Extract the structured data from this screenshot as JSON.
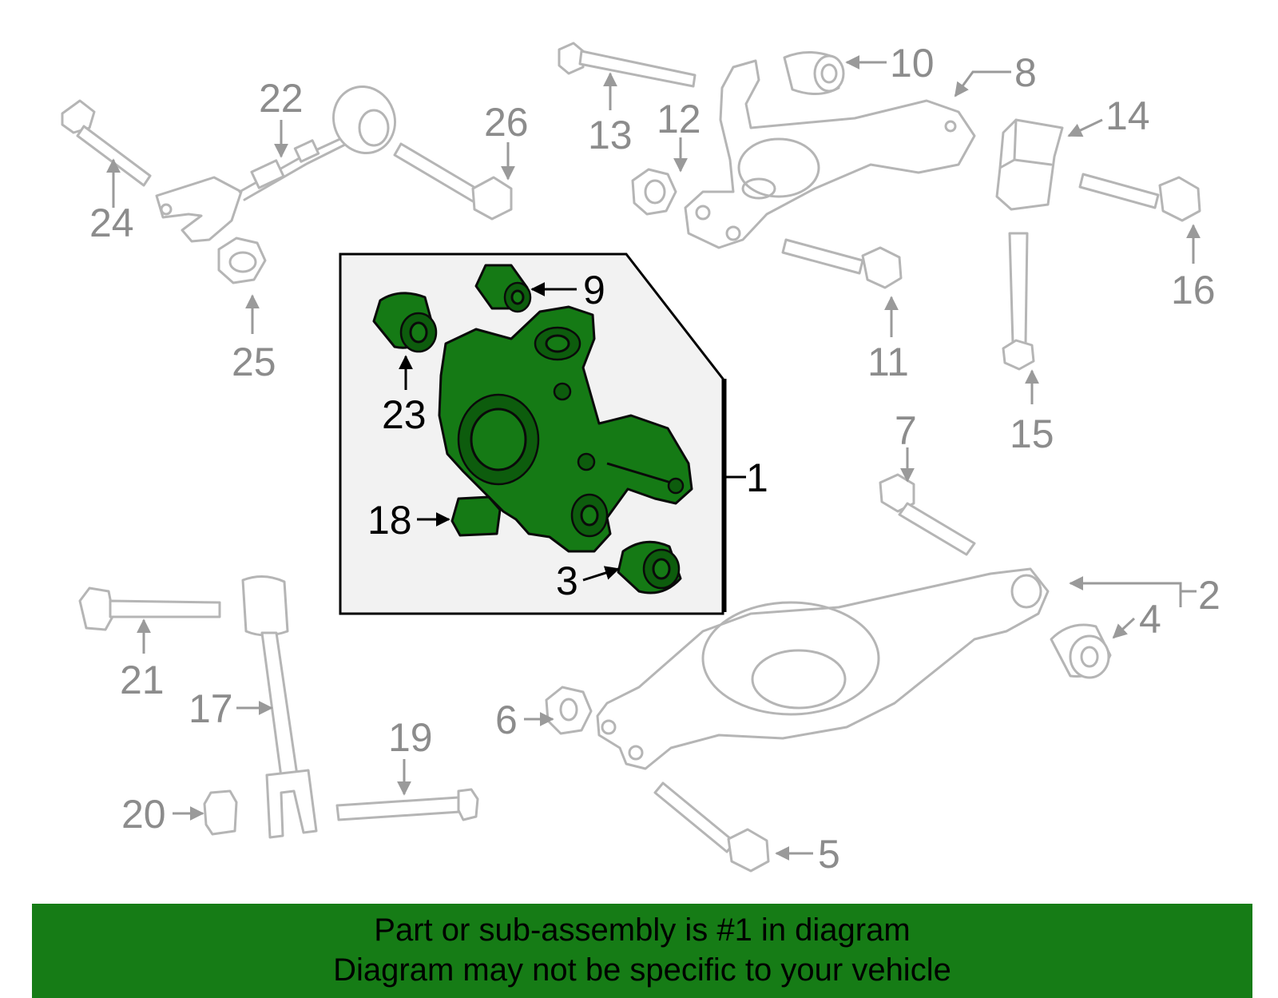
{
  "callouts": {
    "c1": "1",
    "c2": "2",
    "c3": "3",
    "c4": "4",
    "c5": "5",
    "c6": "6",
    "c7": "7",
    "c8": "8",
    "c9": "9",
    "c10": "10",
    "c11": "11",
    "c12": "12",
    "c13": "13",
    "c14": "14",
    "c15": "15",
    "c16": "16",
    "c17": "17",
    "c18": "18",
    "c19": "19",
    "c20": "20",
    "c21": "21",
    "c22": "22",
    "c23": "23",
    "c24": "24",
    "c25": "25",
    "c26": "26"
  },
  "highlight_parts": [
    "1",
    "3",
    "9",
    "18",
    "23"
  ],
  "colors": {
    "highlight": "#157a15",
    "banner": "#167c16",
    "grey_part": "#b5b5b5"
  },
  "banner": {
    "line1": "Part or sub-assembly is #1 in diagram",
    "line2": "Diagram may not be specific to your vehicle"
  }
}
